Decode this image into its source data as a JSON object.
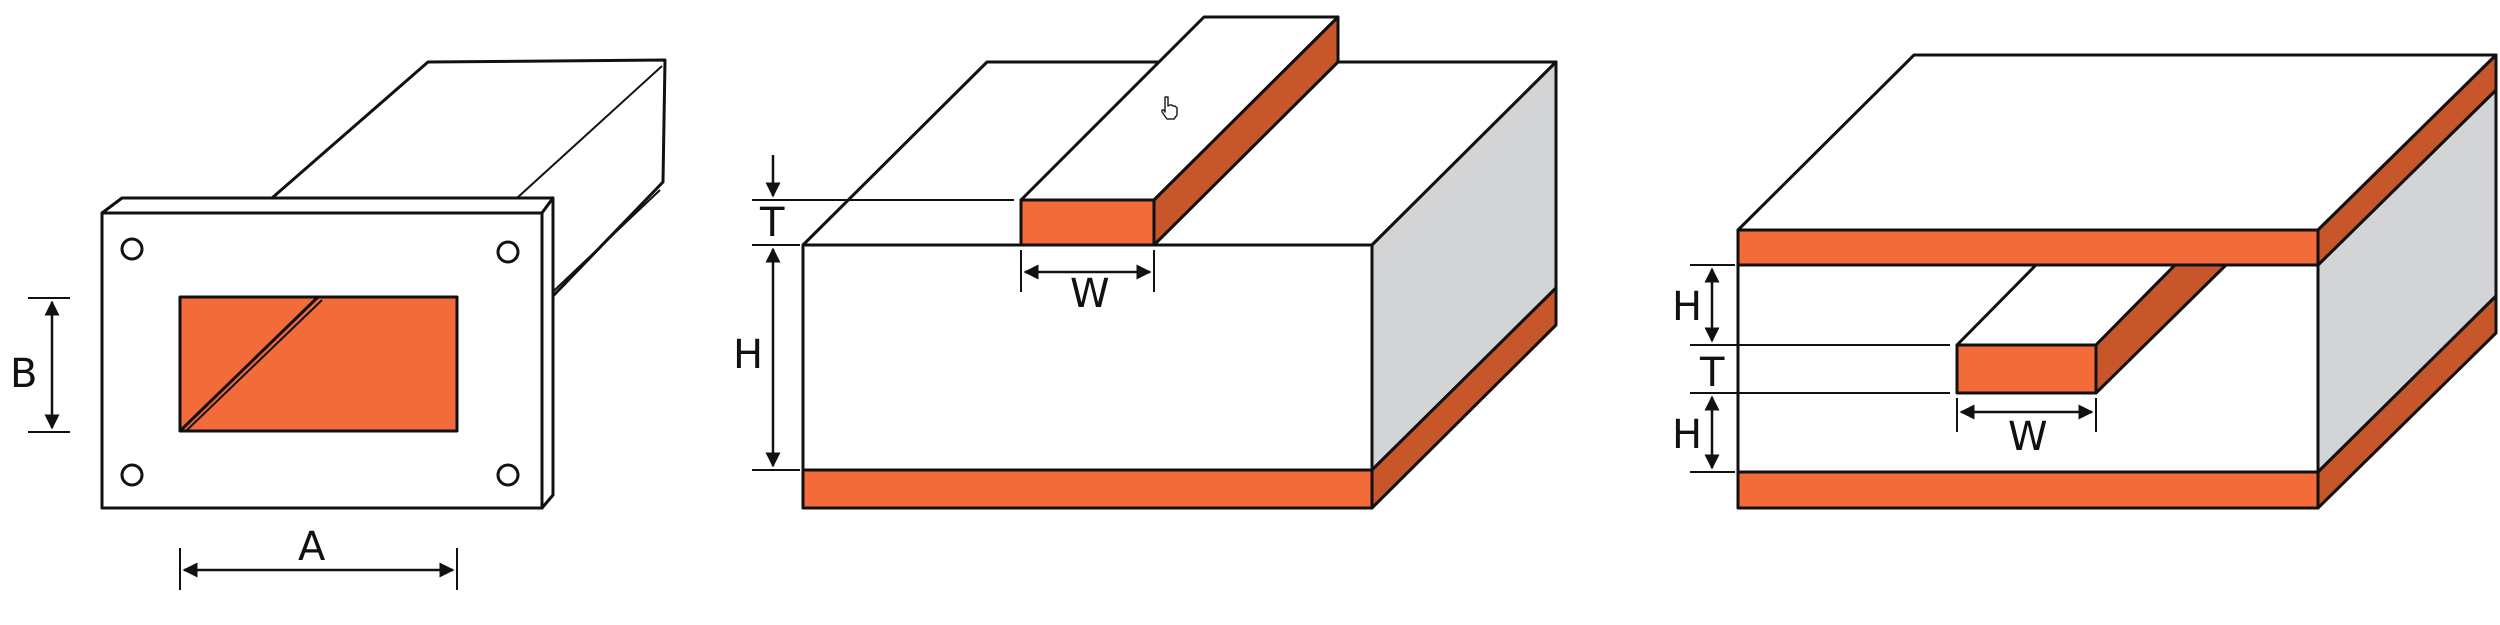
{
  "colors": {
    "copper_front": "#f26b38",
    "copper_side": "#c7562a",
    "dielectric_side": "#d3d4d6",
    "line": "#111111",
    "background": "#ffffff"
  },
  "diagrams": [
    {
      "name": "rectangular waveguide",
      "labels": {
        "width": "A",
        "height": "B"
      }
    },
    {
      "name": "microstrip",
      "labels": {
        "trace_thickness": "T",
        "trace_width": "W",
        "substrate_height": "H"
      }
    },
    {
      "name": "stripline",
      "labels": {
        "upper_height": "H",
        "trace_thickness": "T",
        "lower_height": "H",
        "trace_width": "W"
      }
    }
  ],
  "cursor": {
    "icon": "hand-pointer-icon"
  }
}
